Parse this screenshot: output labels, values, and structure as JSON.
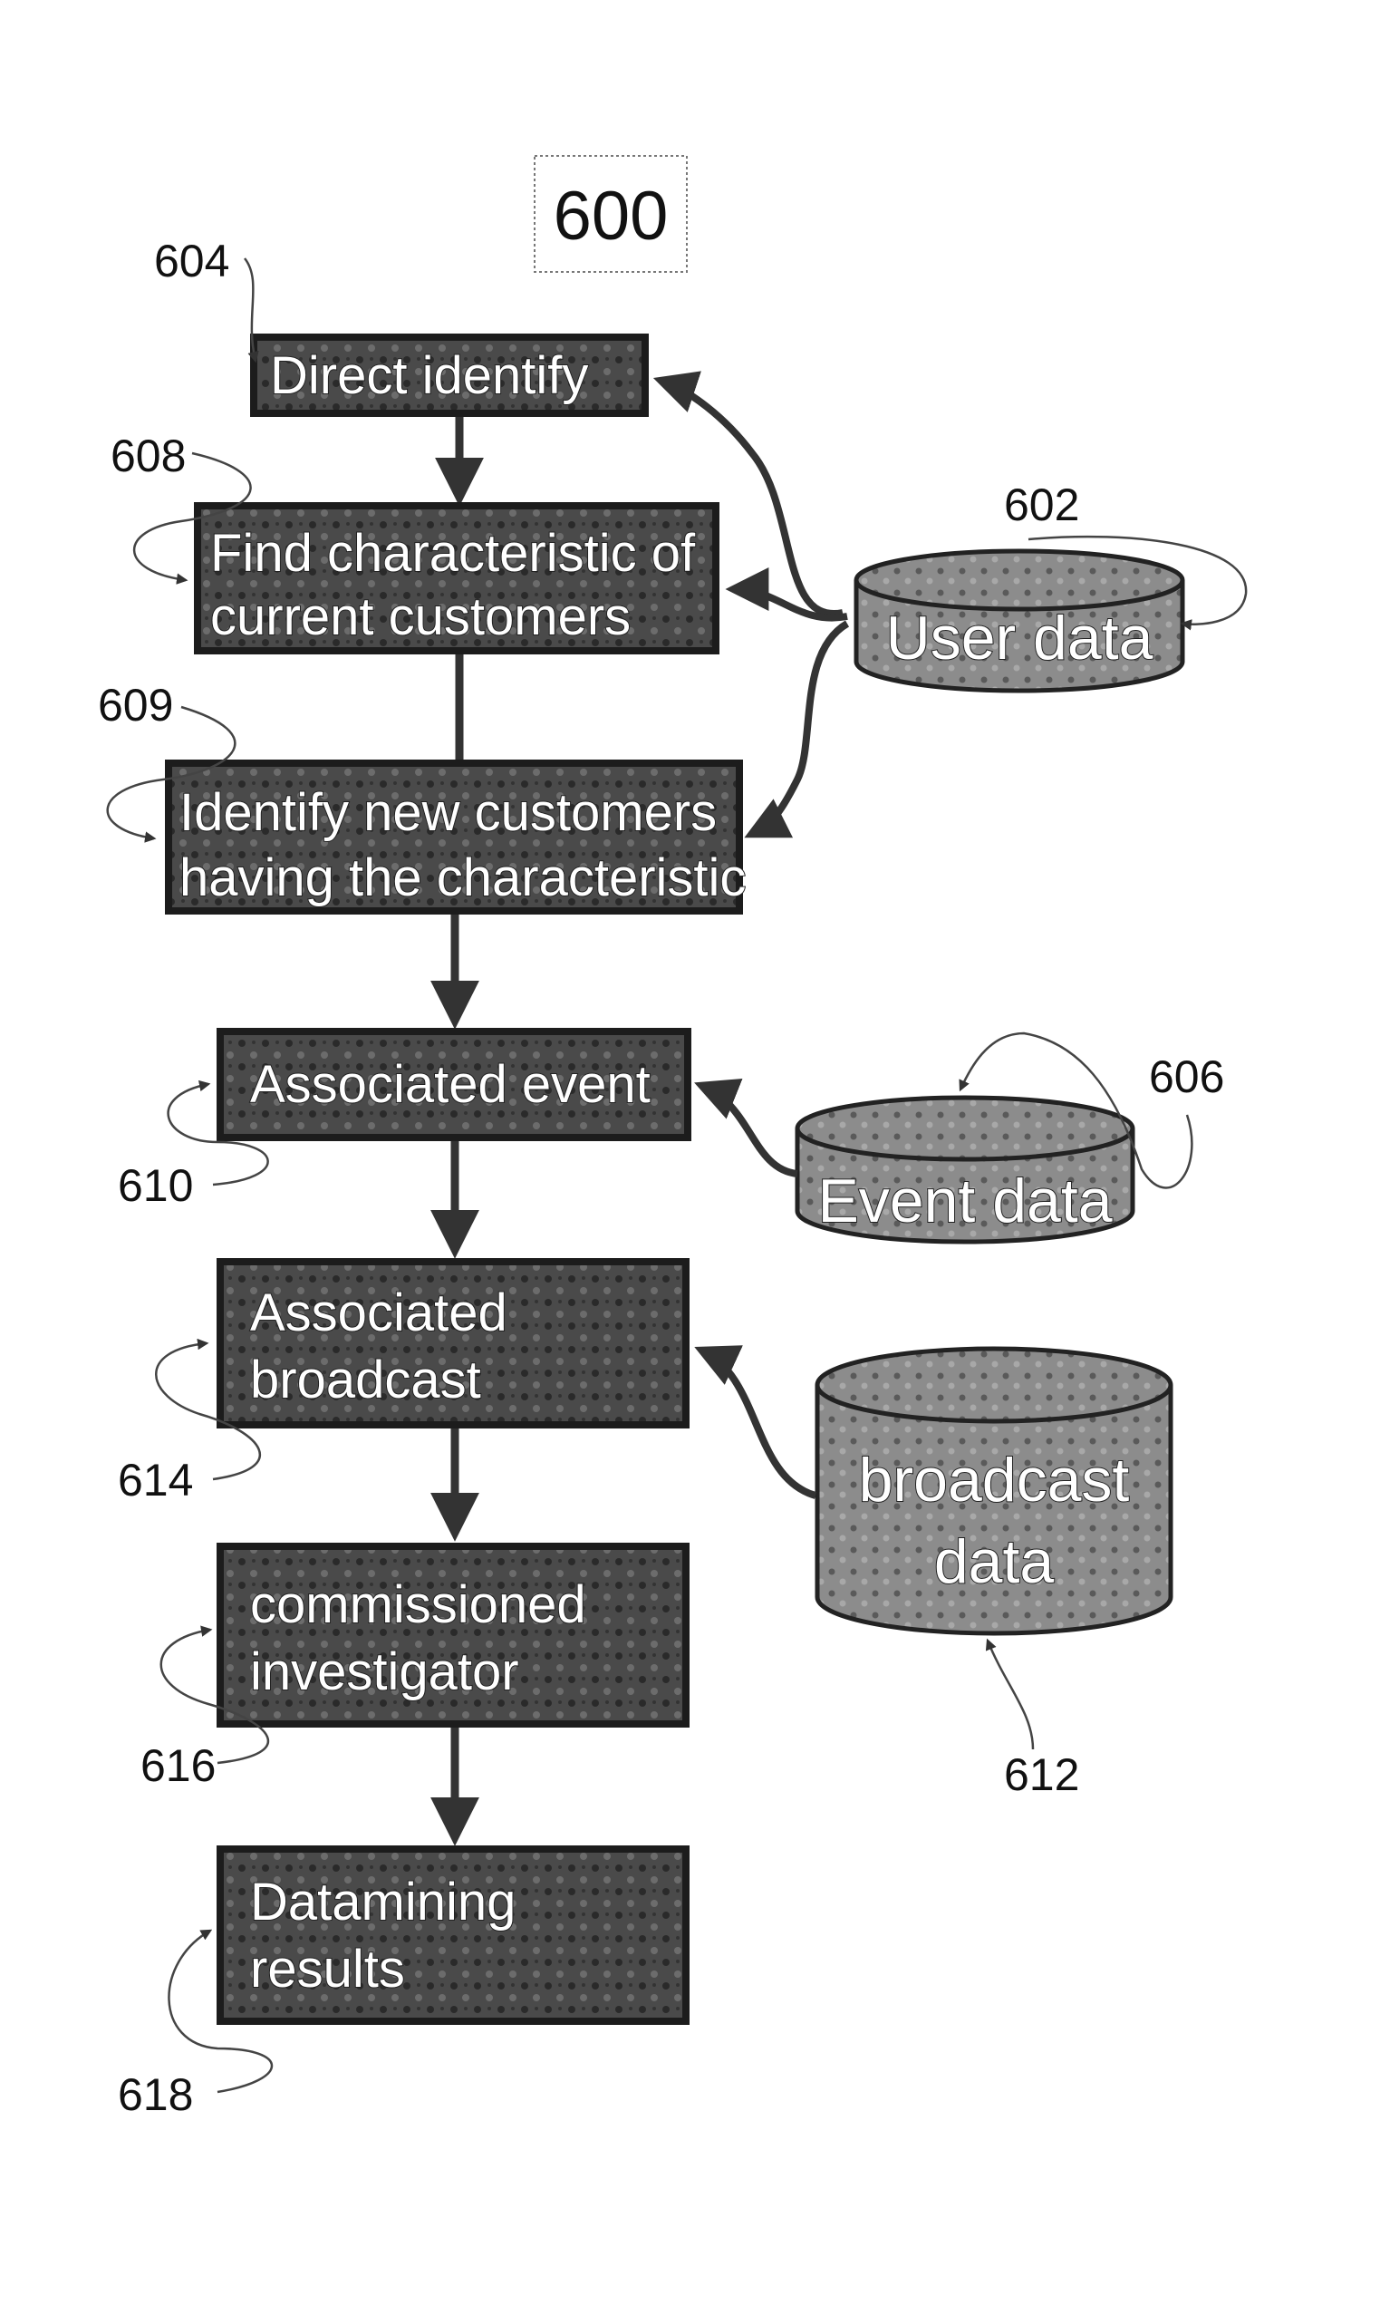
{
  "figure": {
    "number": "600",
    "steps": [
      {
        "id": "604",
        "lines": [
          "Direct identify"
        ]
      },
      {
        "id": "608",
        "lines": [
          "Find characteristic of",
          "current customers"
        ]
      },
      {
        "id": "609",
        "lines": [
          "Identify new customers",
          "having the characteristic"
        ]
      },
      {
        "id": "610",
        "lines": [
          "Associated event"
        ]
      },
      {
        "id": "614",
        "lines": [
          "Associated",
          "broadcast"
        ]
      },
      {
        "id": "616",
        "lines": [
          "commissioned",
          "investigator"
        ]
      },
      {
        "id": "618",
        "lines": [
          "Datamining",
          "results"
        ]
      }
    ],
    "databases": [
      {
        "id": "602",
        "lines": [
          "User data"
        ]
      },
      {
        "id": "606",
        "lines": [
          "Event data"
        ]
      },
      {
        "id": "612",
        "lines": [
          "broadcast",
          "data"
        ]
      }
    ],
    "colors": {
      "box_fill": "#4a4a4a",
      "box_border": "#1c1c1c",
      "db_fill": "#8a8a8a",
      "arrow": "#333333",
      "leader": "#555555"
    }
  }
}
